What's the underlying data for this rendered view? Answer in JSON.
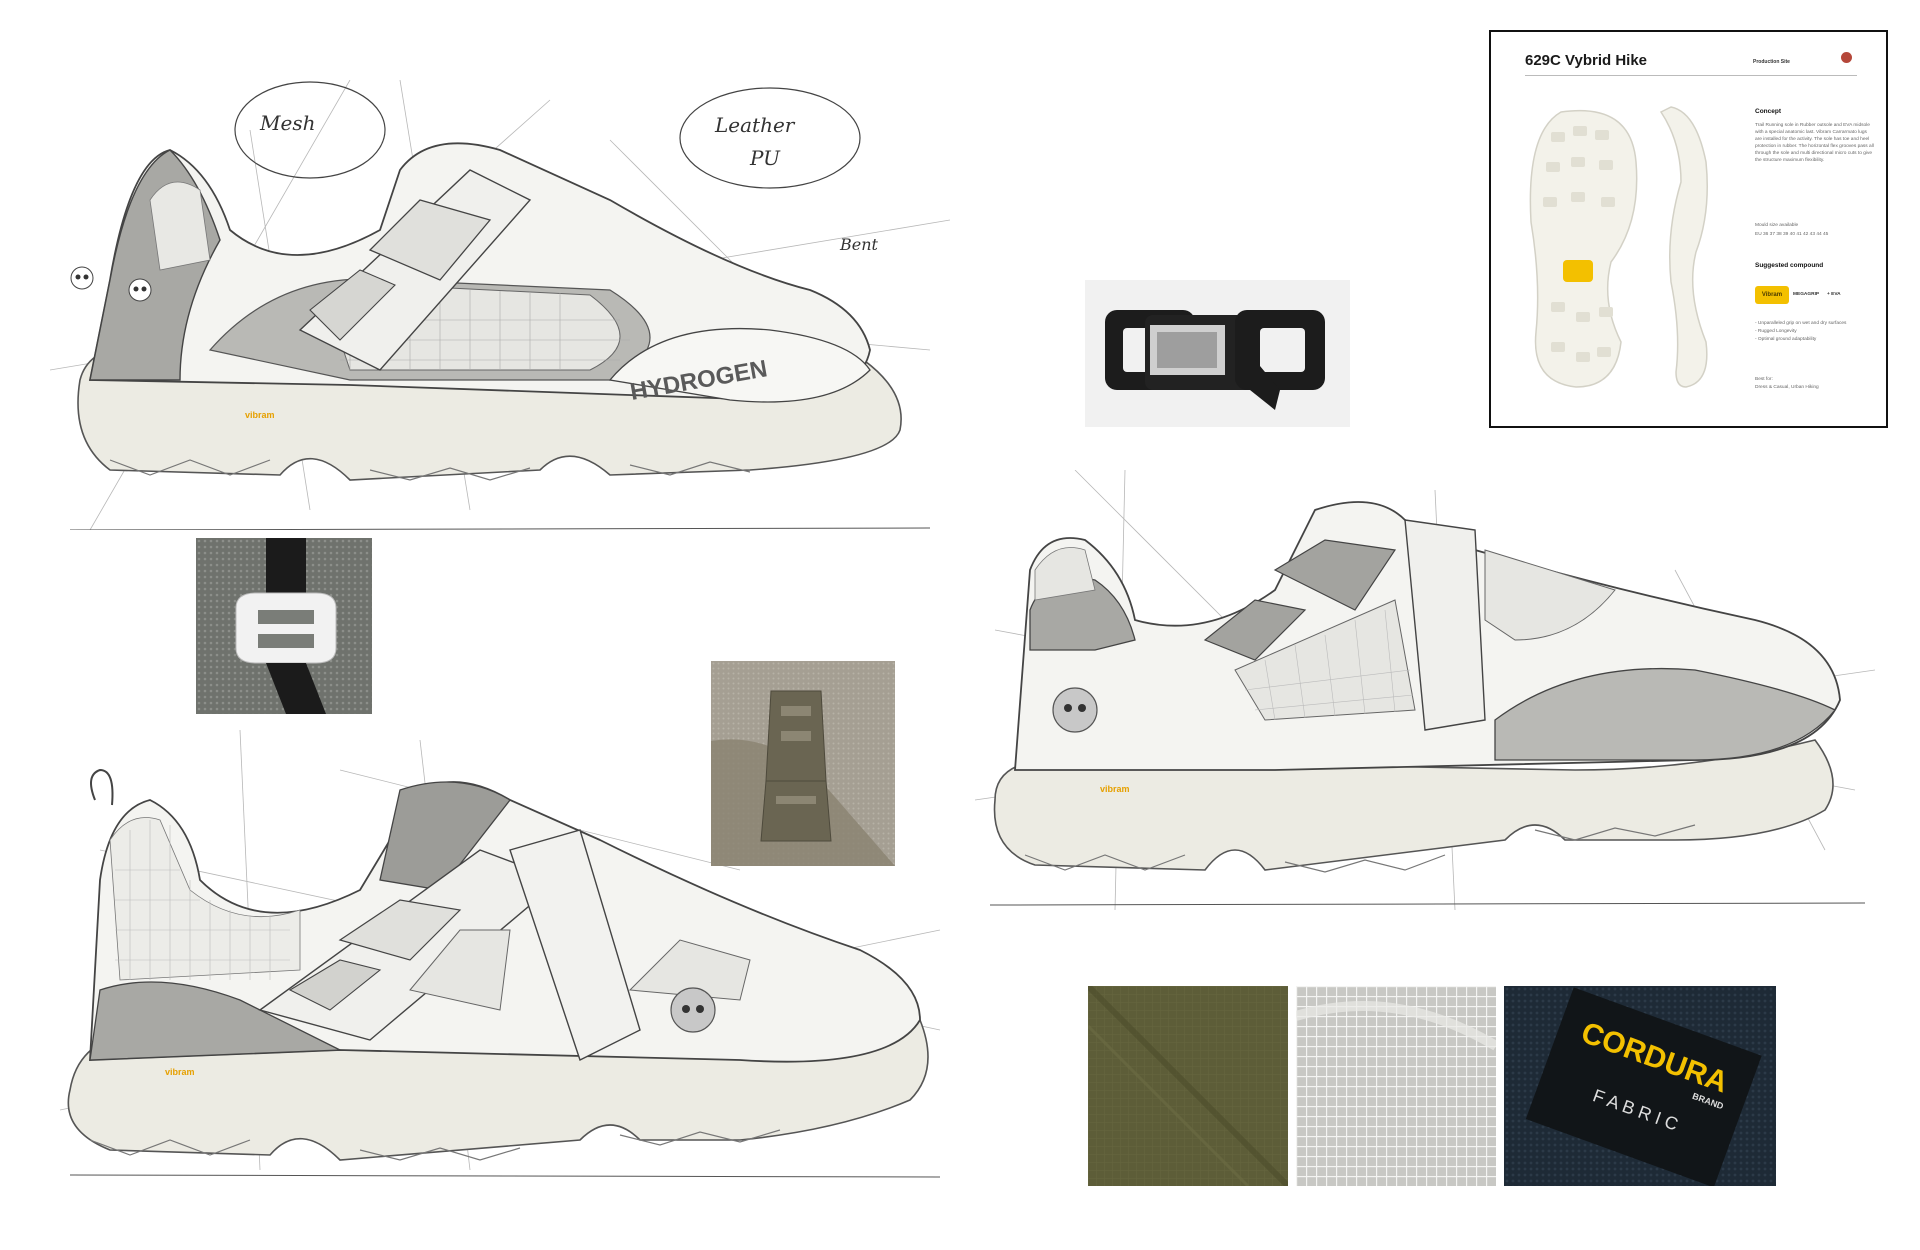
{
  "annotations": {
    "mesh": "Mesh",
    "leather_pu": "Leather",
    "pu": "PU",
    "bent": "Bent"
  },
  "brand": {
    "hydrogen_logo": "HYDROGEN",
    "vibram": "vibram"
  },
  "product_sheet": {
    "title": "629C Vybrid Hike",
    "production_site": "Production Site",
    "concept_heading": "Concept",
    "concept_text": "Trail Running sole in Rubber outsole and EVA midsole with a special anatomic last. Vibram Carrarmato lugs are installed for the activity. The sole has toe and heel protection in rubber. The horizontal flex grooves pass all through the sole and multi directional micro cuts to give the structure maximum flexibility.",
    "mould_label": "Mould size available",
    "mould_sizes": "EU 36 37 38 39 40 41 42 43 44 45",
    "compound_heading": "Suggested compound",
    "compound_logo": "Vibram",
    "compound_megagrip": "MEGAGRIP",
    "compound_eva": "+ EVA",
    "features": [
      "- Unparalleled grip on wet and dry surfaces",
      "- Rugged Longevity",
      "- Optimal ground adaptability"
    ],
    "best_for_label": "Best for:",
    "best_for_value": "Dress & Casual, Urban Hiking"
  },
  "fabric": {
    "cordura": "CORDURA",
    "brand_word": "BRAND",
    "fabric_word": "F A B R I C"
  },
  "colors": {
    "olive": "#5d5d38",
    "grey_mesh": "#c8c8c4",
    "navy_fabric": "#1e2a36",
    "cordura_yellow": "#f3c000",
    "sole_cream": "#ecebe3",
    "upper_grey": "#a8a8a4",
    "sheet_dot": "#b5473a"
  }
}
